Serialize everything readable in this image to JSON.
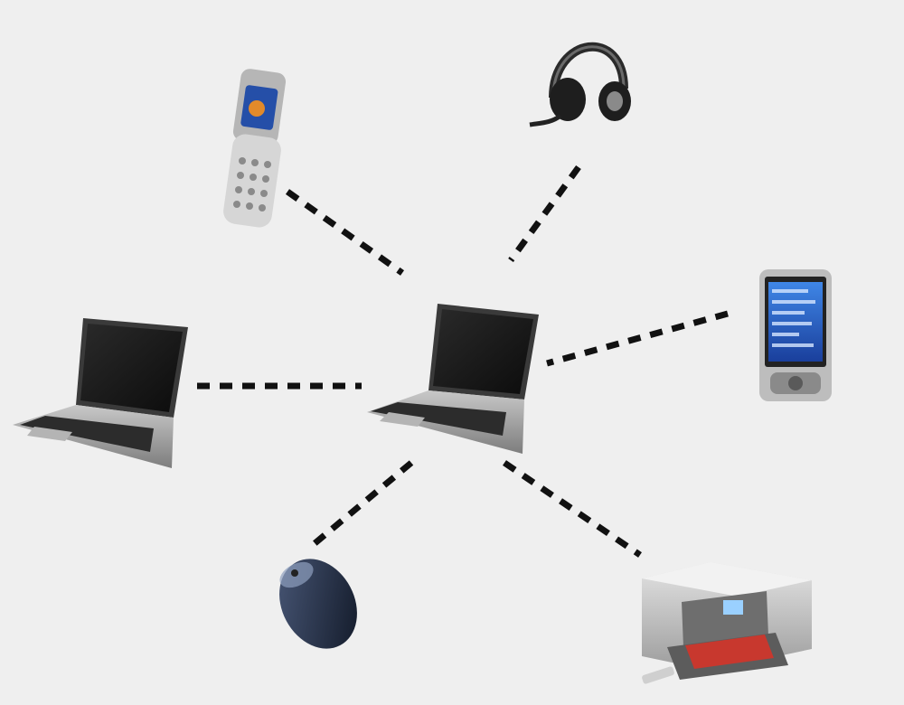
{
  "diagram": {
    "type": "star-network",
    "hub": {
      "device": "laptop",
      "icon": "laptop-icon"
    },
    "nodes": [
      {
        "device": "flip-phone",
        "icon": "flip-phone-icon"
      },
      {
        "device": "headset",
        "icon": "headset-icon"
      },
      {
        "device": "pda",
        "icon": "pda-icon"
      },
      {
        "device": "laptop",
        "icon": "laptop-icon"
      },
      {
        "device": "mouse",
        "icon": "mouse-icon"
      },
      {
        "device": "printer",
        "icon": "printer-icon"
      }
    ],
    "link_style": "dotted",
    "colors": {
      "background": "#efefef",
      "link": "#111111",
      "laptop_body": "#9a9a9a",
      "screen": "#1a1a1a",
      "pda_screen": "#2a66c8"
    }
  }
}
